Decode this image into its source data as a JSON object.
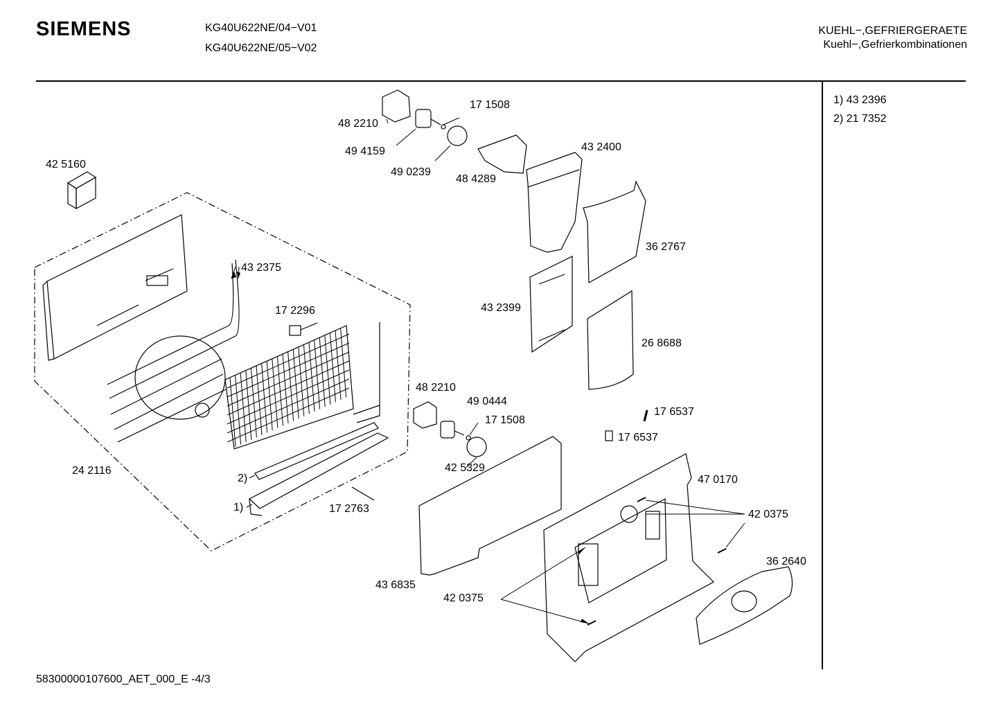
{
  "header": {
    "brand": "SIEMENS",
    "model_lines": [
      "KG40U622NE/04−V01",
      "KG40U622NE/05−V02"
    ],
    "category_lines": [
      "KUEHL−,GEFRIERGERAETE",
      "Kuehl−,Gefrierkombinationen"
    ]
  },
  "notes": [
    "1)  43 2396",
    "2)  21 7352"
  ],
  "parts": {
    "p_425160": "42 5160",
    "p_432375": "43 2375",
    "p_172296": "17 2296",
    "p_242116": "24 2116",
    "p_ref2": "2)",
    "p_ref1": "1)",
    "p_172763": "17 2763",
    "p_482210_top": "48 2210",
    "p_171508_top": "17 1508",
    "p_494159": "49 4159",
    "p_490239": "49 0239",
    "p_484289": "48 4289",
    "p_432400": "43 2400",
    "p_362767": "36 2767",
    "p_432399": "43 2399",
    "p_268688": "26 8688",
    "p_482210_mid": "48 2210",
    "p_490444": "49 0444",
    "p_171508_mid": "17 1508",
    "p_425329": "42 5329",
    "p_176537_a": "17 6537",
    "p_176537_b": "17 6537",
    "p_470170": "47 0170",
    "p_420375_right": "42 0375",
    "p_362640": "36 2640",
    "p_436835": "43 6835",
    "p_420375_bottom": "42 0375"
  },
  "footer": "58300000107600_AET_000_E -4/3"
}
